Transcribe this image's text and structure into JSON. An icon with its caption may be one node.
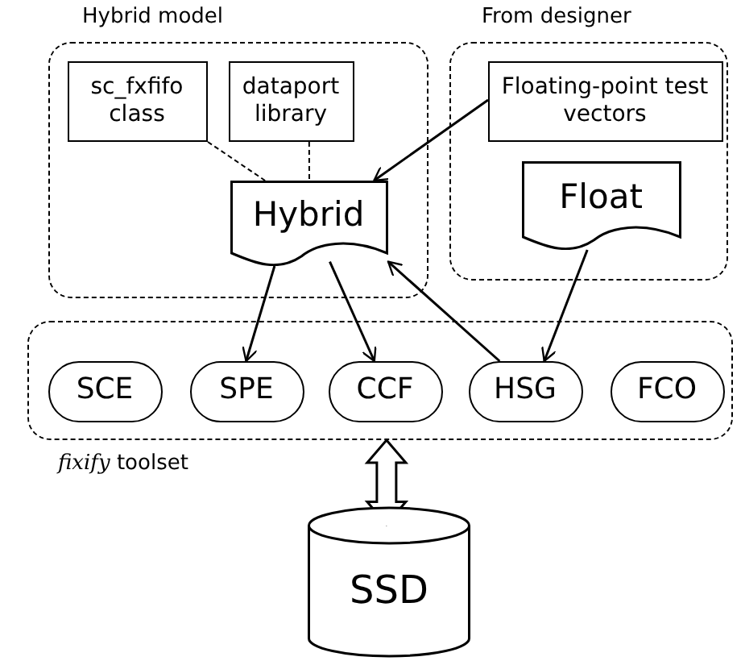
{
  "diagram": {
    "nodes": [
      {
        "text": [
          "Hybrid model"
        ]
      },
      {
        "text": [
          "sc_fxfifo class"
        ],
        "in": 0
      },
      {
        "text": [
          "dataport library"
        ],
        "in": 0
      },
      {
        "text": [
          "Hybrid"
        ],
        "in": 0
      },
      {
        "text": [
          "From designer"
        ]
      },
      {
        "text": [
          "Floating-point test vectors"
        ],
        "in": 4
      },
      {
        "text": [
          "Float"
        ],
        "in": 4
      },
      {
        "text": [
          "*fixify* toolset"
        ]
      },
      {
        "text": [
          "SCE"
        ],
        "in": 7
      },
      {
        "text": [
          "SPE"
        ],
        "in": 7
      },
      {
        "text": [
          "CCF"
        ],
        "in": 7
      },
      {
        "text": [
          "HSG"
        ],
        "in": 7
      },
      {
        "text": [
          "FCO"
        ],
        "in": 7
      },
      {
        "text": [
          "SSD"
        ]
      }
    ],
    "edges": [
      {
        "from": 1,
        "to": 3,
        "arrow": "none",
        "style": "dashed"
      },
      {
        "from": 2,
        "to": 3,
        "arrow": "none",
        "style": "dashed"
      },
      {
        "from": 5,
        "to": 3,
        "arrow": "to"
      },
      {
        "from": 3,
        "to": 9,
        "arrow": "to"
      },
      {
        "from": 3,
        "to": 10,
        "arrow": "to"
      },
      {
        "from": 11,
        "to": 3,
        "arrow": "to"
      },
      {
        "from": 6,
        "to": 11,
        "arrow": "to"
      },
      {
        "from": 7,
        "to": 13,
        "arrow": "both",
        "style": "thick"
      }
    ]
  }
}
